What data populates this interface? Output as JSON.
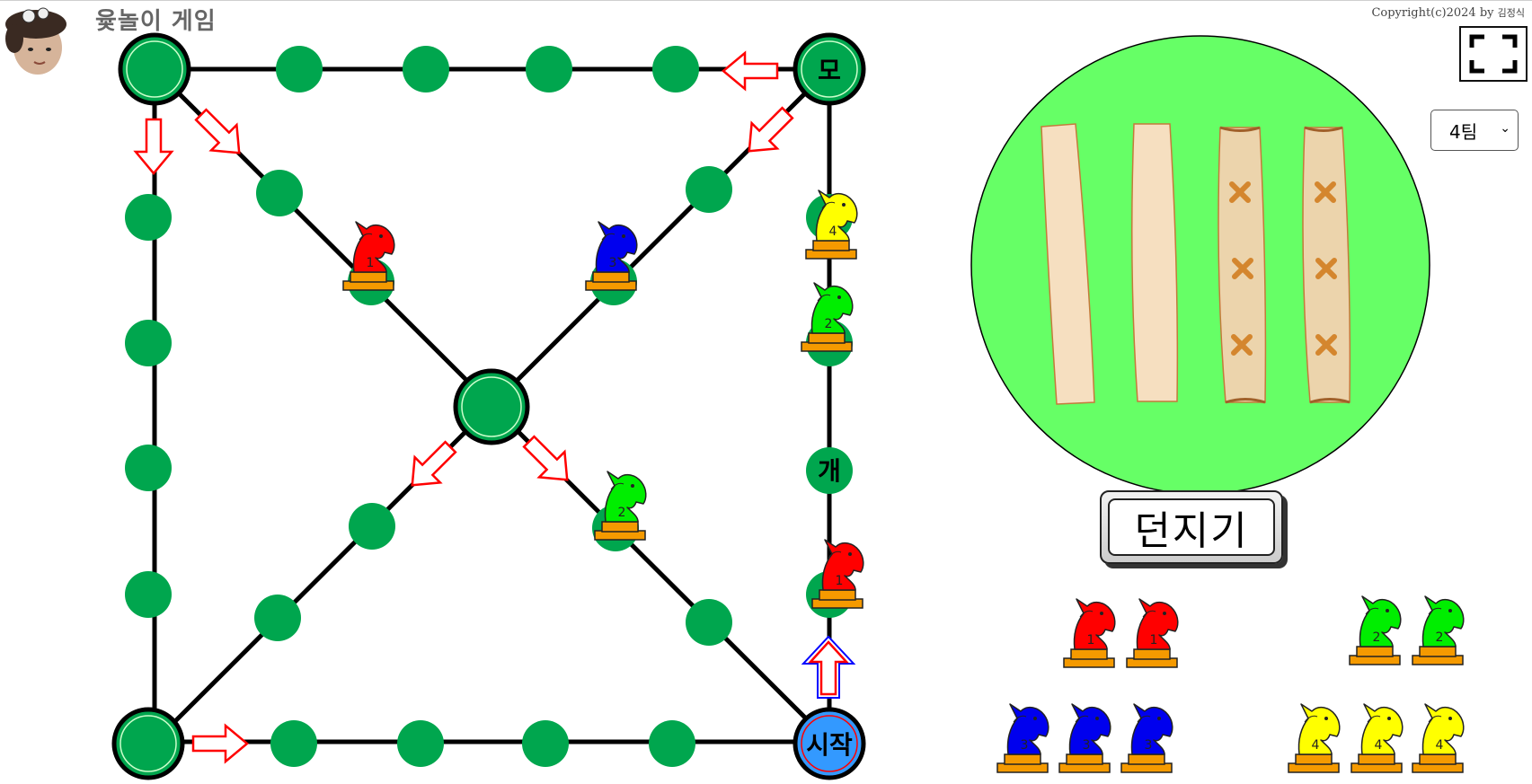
{
  "app": {
    "title": "윷놀이 게임",
    "copyright_prefix": "Copyright(c)2024 by ",
    "copyright_author": "김정식"
  },
  "controls": {
    "team_count": "4팀",
    "throw_label": "던지기",
    "fullscreen_icon": "fullscreen-icon"
  },
  "board": {
    "station_labels": {
      "mo": "모",
      "gae": "개",
      "start": "시작"
    },
    "colors": {
      "node": "#00a64e",
      "start_node": "#3399ff",
      "line": "#000000",
      "arrow": "#ff0000",
      "throw_area": "#66ff66"
    },
    "pieces_on_board": [
      {
        "team": "red",
        "number": "1"
      },
      {
        "team": "blue",
        "number": "3"
      },
      {
        "team": "yellow",
        "number": "4"
      },
      {
        "team": "green",
        "number": "2"
      },
      {
        "team": "green",
        "number": "2"
      },
      {
        "team": "red",
        "number": "1"
      }
    ]
  },
  "yut_sticks": [
    {
      "side": "flat"
    },
    {
      "side": "flat"
    },
    {
      "side": "marked"
    },
    {
      "side": "marked"
    }
  ],
  "reserve": {
    "red": {
      "number": "1",
      "count": 2,
      "color": "#ff0000"
    },
    "green": {
      "number": "2",
      "count": 2,
      "color": "#00ee00"
    },
    "blue": {
      "number": "3",
      "count": 3,
      "color": "#0000ee"
    },
    "yellow": {
      "number": "4",
      "count": 3,
      "color": "#ffff00"
    }
  }
}
